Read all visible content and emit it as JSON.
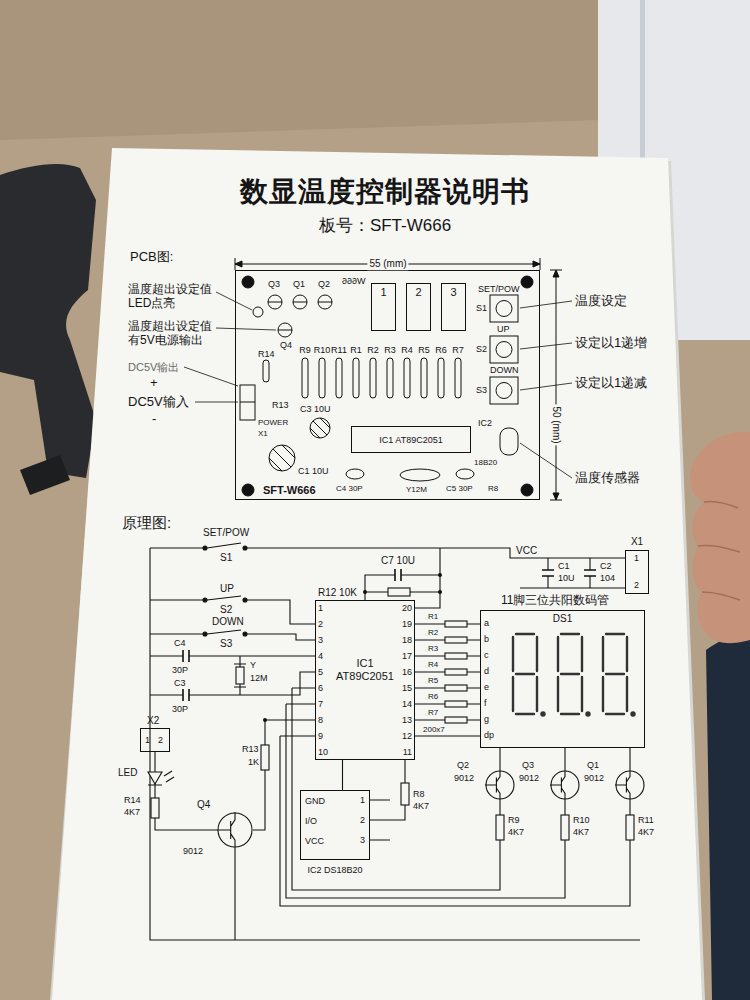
{
  "diagram": {
    "title": "数显温度控制器说明书",
    "nodes": [
      {
        "text": [
          "SFT-W666"
        ]
      },
      {
        "text": [
          "1"
        ],
        "in": 0
      },
      {
        "text": [
          "2"
        ],
        "in": 0
      },
      {
        "text": [
          "3"
        ],
        "in": 0
      },
      {
        "text": [
          "IC1 AT89C2051"
        ],
        "in": 0
      },
      {
        "text": [
          "IC1 AT89C2051"
        ]
      },
      {
        "text": [
          "X1"
        ]
      },
      {
        "text": [
          "11脚三位共阳数码管",
          "DS1"
        ]
      },
      {
        "text": [
          "X2"
        ]
      },
      {
        "text": [
          "Q4",
          "9012"
        ]
      },
      {
        "text": [
          "GND",
          "I/O",
          "VCC",
          "IC2 DS18B20"
        ]
      },
      {
        "text": [
          "Q2",
          "9012"
        ]
      },
      {
        "text": [
          "Q3",
          "9012"
        ]
      },
      {
        "text": [
          "Q1",
          "9012"
        ]
      }
    ],
    "edges": [
      {
        "from": 9,
        "to": 8,
        "arrow": "none"
      },
      {
        "from": 10,
        "to": 5,
        "arrow": "none"
      },
      {
        "from": 11,
        "to": 7,
        "arrow": "none"
      },
      {
        "from": 12,
        "to": 7,
        "arrow": "none"
      },
      {
        "from": 13,
        "to": 7,
        "arrow": "none"
      }
    ],
    "labels": [
      "板号：SFT-W666",
      "PCB图:",
      "55 (mm)",
      "温度超出设定值 LED点亮",
      "温度超出设定值 有5V电源输出",
      "DC5V输出",
      "+",
      "DC5V输入",
      "-",
      "温度设定",
      "设定以1递增",
      "设定以1递减",
      "温度传感器",
      "50 (mm)",
      "Q3",
      "Q1",
      "Q2",
      "W666",
      "Q4",
      "R14",
      "R9",
      "R10",
      "R11",
      "R1",
      "R2",
      "R3",
      "R4",
      "R5",
      "R6",
      "R7",
      "SET/POW",
      "S1",
      "UP",
      "S2",
      "DOWN",
      "S3",
      "R13",
      "C3 10U",
      "POWER",
      "X1",
      "C1 10U",
      "IC2",
      "18B20",
      "C4 30P",
      "Y12M",
      "C5 30P",
      "R8",
      "原理图:",
      "SET/POW",
      "S1",
      "UP",
      "S2",
      "DOWN",
      "S3",
      "C7 10U",
      "R12 10K",
      "C4",
      "30P",
      "C3",
      "30P",
      "Y",
      "12M",
      "1",
      "2",
      "3",
      "4",
      "5",
      "6",
      "7",
      "8",
      "9",
      "10",
      "20",
      "19",
      "18",
      "17",
      "16",
      "15",
      "14",
      "13",
      "12",
      "11",
      "VCC",
      "C1",
      "10U",
      "C2",
      "104",
      "1",
      "2",
      "R1",
      "R2",
      "R3",
      "R4",
      "R5",
      "R6",
      "R7",
      "200x7",
      "a",
      "b",
      "c",
      "d",
      "e",
      "f",
      "g",
      "dp",
      "LED",
      "R14",
      "4K7",
      "1",
      "2",
      "R13",
      "1K",
      "R8",
      "4K7",
      "1",
      "2",
      "3",
      "R9",
      "4K7",
      "R10",
      "4K7",
      "R11",
      "4K7"
    ]
  }
}
